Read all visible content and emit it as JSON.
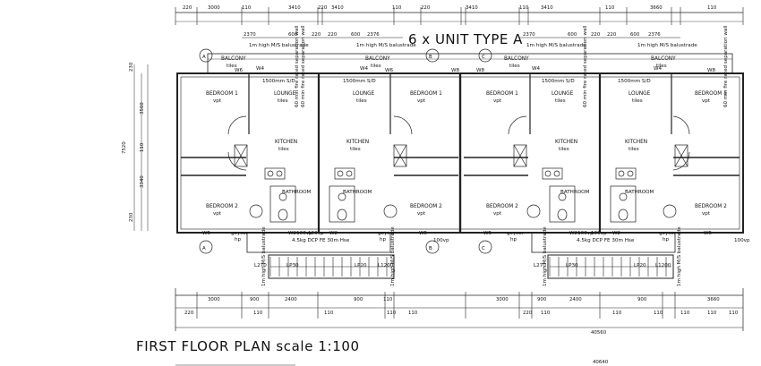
{
  "title": "6 x UNIT TYPE A",
  "caption": "FIRST FLOOR PLAN scale 1:100",
  "top_dims": [
    "220",
    "3000",
    "110",
    "3410",
    "220",
    "3410",
    "110",
    "220",
    "3410",
    "110",
    "3410",
    "110",
    "3660",
    "110"
  ],
  "mid_dims": [
    "2370",
    "600",
    "220",
    "220",
    "600",
    "2376",
    "2370",
    "600",
    "220",
    "220",
    "600",
    "2376"
  ],
  "bottom_dims": [
    "3000",
    "900",
    "2400",
    "900",
    "110",
    "3000",
    "900",
    "2400",
    "900",
    "3660"
  ],
  "bottom_dims2": [
    "220",
    "110",
    "110",
    "110",
    "110",
    "220",
    "110",
    "110",
    "110",
    "110",
    "110",
    "110"
  ],
  "total_dim": "40560",
  "total_dim2": "40640",
  "left_dims": [
    "230",
    "3560",
    "7520",
    "110",
    "3340",
    "230"
  ],
  "rooms": {
    "bedroom1": "BEDROOM 1",
    "bedroom2": "BEDROOM 2",
    "lounge": "LOUNGE",
    "kitchen": "KITCHEN",
    "bathroom": "BATHROOM",
    "balcony": "BALCONY",
    "sd": "1500mm S/D",
    "geyser": "geyser",
    "wardrobe": "W2100vp",
    "tiles": "tiles",
    "vinyl": "vpt",
    "rail": "1m high M/S balustrade",
    "w5": "W5",
    "w6": "W6",
    "w8": "W8",
    "w4": "W4",
    "w2": "W2",
    "vp100": "100vp",
    "ref_a": "A",
    "ref_b": "B",
    "ref_c": "C",
    "l270": "L270",
    "l1200": "L1200",
    "lp30": "LP30",
    "lp20": "LP20",
    "note": "60 min fire rated separation wall",
    "geyser_note": "4.5kg DCP FE 30m Hse",
    "hp": "hp"
  }
}
